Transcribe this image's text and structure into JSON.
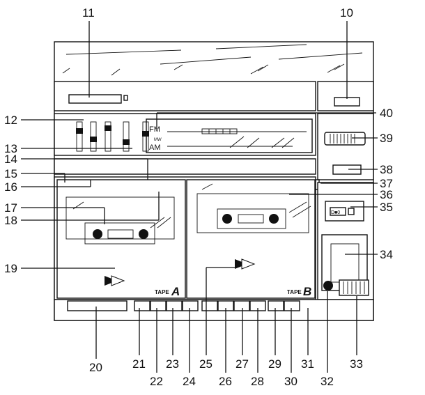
{
  "callouts": [
    {
      "id": "c11",
      "text": "11"
    },
    {
      "id": "c10",
      "text": "10"
    },
    {
      "id": "c12",
      "text": "12"
    },
    {
      "id": "c40",
      "text": "40"
    },
    {
      "id": "c39",
      "text": "39"
    },
    {
      "id": "c13",
      "text": "13"
    },
    {
      "id": "c14",
      "text": "14"
    },
    {
      "id": "c38",
      "text": "38"
    },
    {
      "id": "c15",
      "text": "15"
    },
    {
      "id": "c37",
      "text": "37"
    },
    {
      "id": "c16",
      "text": "16"
    },
    {
      "id": "c36",
      "text": "36"
    },
    {
      "id": "c17",
      "text": "17"
    },
    {
      "id": "c35",
      "text": "35"
    },
    {
      "id": "c18",
      "text": "18"
    },
    {
      "id": "c34",
      "text": "34"
    },
    {
      "id": "c19",
      "text": "19"
    },
    {
      "id": "c20",
      "text": "20"
    },
    {
      "id": "c21",
      "text": "21"
    },
    {
      "id": "c22",
      "text": "22"
    },
    {
      "id": "c23",
      "text": "23"
    },
    {
      "id": "c24",
      "text": "24"
    },
    {
      "id": "c25",
      "text": "25"
    },
    {
      "id": "c26",
      "text": "26"
    },
    {
      "id": "c27",
      "text": "27"
    },
    {
      "id": "c28",
      "text": "28"
    },
    {
      "id": "c29",
      "text": "29"
    },
    {
      "id": "c30",
      "text": "30"
    },
    {
      "id": "c31",
      "text": "31"
    },
    {
      "id": "c32",
      "text": "32"
    },
    {
      "id": "c33",
      "text": "33"
    }
  ],
  "tuner": {
    "fm": "FM",
    "am": "AM",
    "mw": "MW"
  },
  "deck_a": {
    "tape_word": "TAPE",
    "tape_letter": "A"
  },
  "deck_b": {
    "tape_word": "TAPE",
    "tape_letter": "B"
  },
  "switch_text": "D■0"
}
